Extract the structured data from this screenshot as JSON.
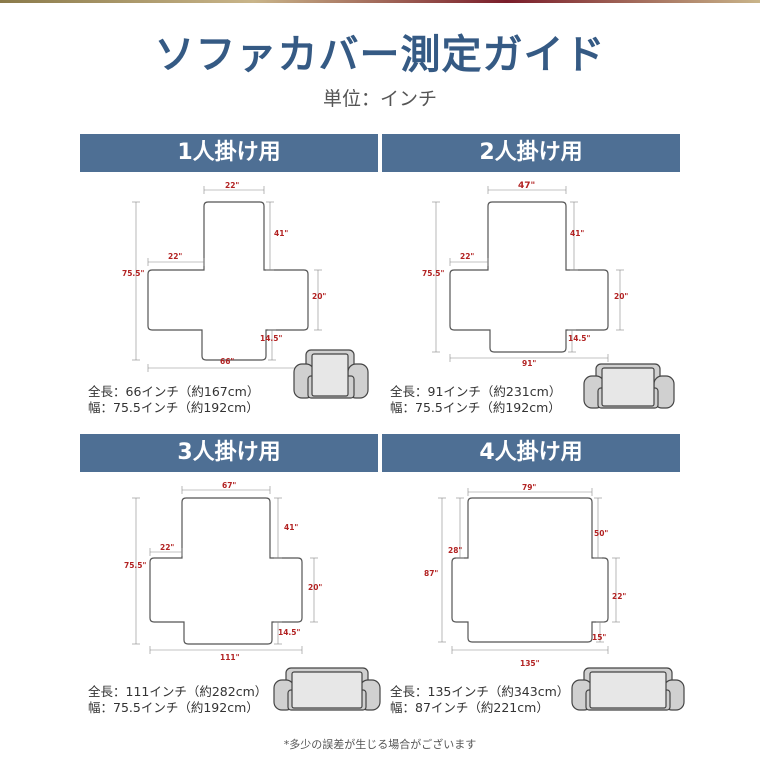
{
  "colors": {
    "band": "#4e6f94",
    "title": "#355a84",
    "dim_text": "#b22222",
    "outline": "#555555",
    "sofa": "#d0d0d0",
    "sofa_cover": "#e7e7e7"
  },
  "header": {
    "title": "ソファカバー測定ガイド",
    "unit": "単位：インチ"
  },
  "panels": [
    {
      "heading": "1人掛け用",
      "dims": {
        "top": "22\"",
        "right_upper": "41\"",
        "left_inner": "22\"",
        "height": "75.5\"",
        "right_side": "20\"",
        "right_lower": "14.5\"",
        "bottom": "66\""
      },
      "length": "全長：66インチ（約167cm）",
      "width": "幅：75.5インチ（約192cm）",
      "sofa_icon": "armchair-icon"
    },
    {
      "heading": "2人掛け用",
      "dims": {
        "top": "47\"",
        "right_upper": "41\"",
        "left_inner": "22\"",
        "height": "75.5\"",
        "right_side": "20\"",
        "right_lower": "14.5\"",
        "bottom": "91\""
      },
      "length": "全長：91インチ（約231cm）",
      "width": "幅：75.5インチ（約192cm）",
      "sofa_icon": "loveseat-icon"
    },
    {
      "heading": "3人掛け用",
      "dims": {
        "top": "67\"",
        "right_upper": "41\"",
        "left_inner": "22\"",
        "height": "75.5\"",
        "right_side": "20\"",
        "right_lower": "14.5\"",
        "bottom": "111\""
      },
      "length": "全長：111インチ（約282cm）",
      "width": "幅：75.5インチ（約192cm）",
      "sofa_icon": "sofa-icon"
    },
    {
      "heading": "4人掛け用",
      "dims": {
        "top": "79\"",
        "right_upper": "50\"",
        "left_inner": "28\"",
        "height": "87\"",
        "right_side": "22\"",
        "right_lower": "15\"",
        "bottom": "135\""
      },
      "length": "全長：135インチ（約343cm）",
      "width": "幅：87インチ（約221cm）",
      "sofa_icon": "large-sofa-icon"
    }
  ],
  "footer": {
    "note": "*多少の誤差が生じる場合がございます"
  }
}
